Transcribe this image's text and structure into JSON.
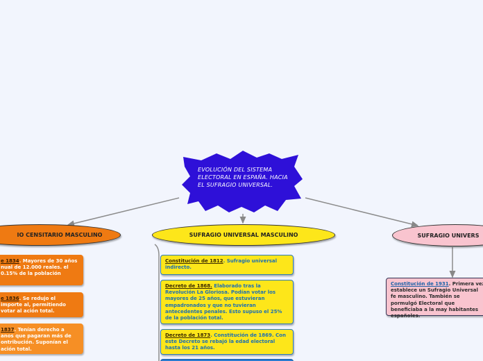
{
  "central_topic": {
    "text": "EVOLUCIÓN DEL SISTEMA ELECTORAL EN ESPAÑA. HACIA EL SUFRAGIO UNIVERSAL.",
    "color": "#2e10d8"
  },
  "branches": {
    "censitario": {
      "title": "SUFRAGIO CENSITARIO MASCULINO",
      "visible_title": "IO CENSITARIO MASCULINO",
      "color": "#ef7a12",
      "items": [
        {
          "lead": "e 1834",
          "text": ". Mayores de 30 años nual de 12.000 reales. el 0.15% de la población"
        },
        {
          "lead": "e 1836",
          "text": ". Se redujo el importe al, permitiendo votar al ación total."
        },
        {
          "lead": "1837",
          "text": ". Tenían derecho a anos que pagaran más de ontribución. Suponían el ación total."
        }
      ]
    },
    "universal_masculino": {
      "title": "SUFRAGIO UNIVERSAL MASCULINO",
      "color": "#fde61a",
      "items": [
        {
          "lead": "Constitución de 1812",
          "text": ". Sufragio universal indirecto."
        },
        {
          "lead": "Decreto de 1868.",
          "text": " Elaborado tras la Revolución La Gloriosa. Podían votar los mayores de 25 años, que estuvieran empadronados y que no tuvieran antecedentes penales. Esto supuso el 25% de la población total."
        },
        {
          "lead": "Decreto de 1873",
          "text": ". Constitución de 1869. Con este Decreto se rebajó la edad electoral hasta los 21 años."
        }
      ]
    },
    "universal": {
      "title": "SUFRAGIO UNIVERSAL",
      "visible_title": "SUFRAGIO UNIVERS",
      "color": "#f9c4cf",
      "items": [
        {
          "lead": "Constitución de 1931",
          "text": ". Primera vez establece un Sufragio Universal fe masculino. También se pormulgó Electoral que beneficiaba a la may habitantes españoles."
        }
      ]
    }
  }
}
